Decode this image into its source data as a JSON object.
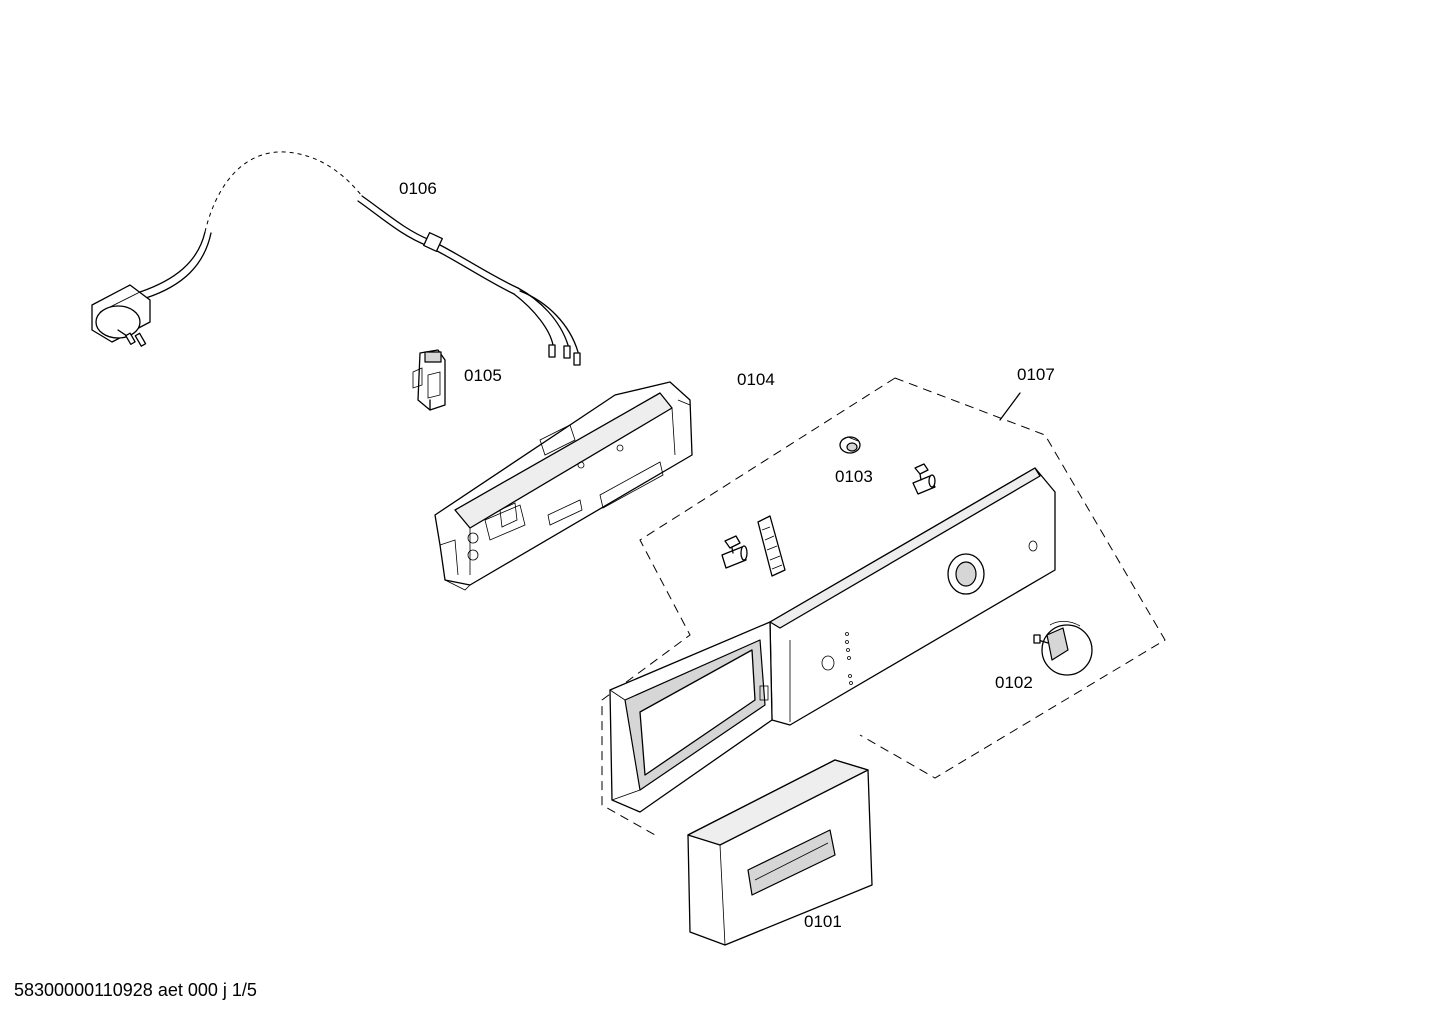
{
  "parts": [
    {
      "id": "0101",
      "label": "0101"
    },
    {
      "id": "0102",
      "label": "0102"
    },
    {
      "id": "0103",
      "label": "0103"
    },
    {
      "id": "0104",
      "label": "0104"
    },
    {
      "id": "0105",
      "label": "0105"
    },
    {
      "id": "0106",
      "label": "0106"
    },
    {
      "id": "0107",
      "label": "0107"
    }
  ],
  "footer": {
    "text": "58300000110928 aet 000 j 1/5"
  }
}
